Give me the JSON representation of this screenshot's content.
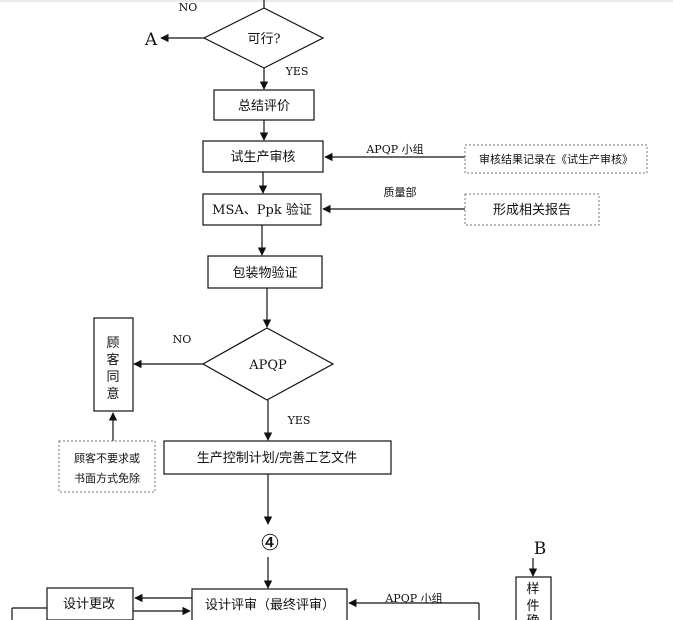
{
  "flow": {
    "top_no": "NO",
    "connector_a": "A",
    "decision_feasible": "可行?",
    "yes_1": "YES",
    "step_summary": "总结评价",
    "step_trial_review": "试生产审核",
    "apqp_group_1": "APQP 小组",
    "note_trial_record": "审核结果记录在《试生产审核》",
    "step_msa_ppk": "MSA、Ppk 验证",
    "quality_dept": "质量部",
    "note_report": "形成相关报告",
    "step_packaging": "包装物验证",
    "decision_apqp": "APQP",
    "no_2": "NO",
    "customer_agree_chars": [
      "顾",
      "客",
      "同",
      "意"
    ],
    "customer_waiver_lines": [
      "顾客不要求或",
      "书面方式免除"
    ],
    "yes_2": "YES",
    "step_control_plan": "生产控制计划/完善工艺文件",
    "connector_4": "④",
    "connector_b": "B",
    "sample_confirm_chars": [
      "样",
      "件",
      "确"
    ],
    "step_design_change": "设计更改",
    "step_final_review": "设计评审（最终评审）",
    "apqp_group_2": "APQP 小组"
  },
  "colors": {
    "line": "#111111",
    "dotted": "#777777"
  }
}
